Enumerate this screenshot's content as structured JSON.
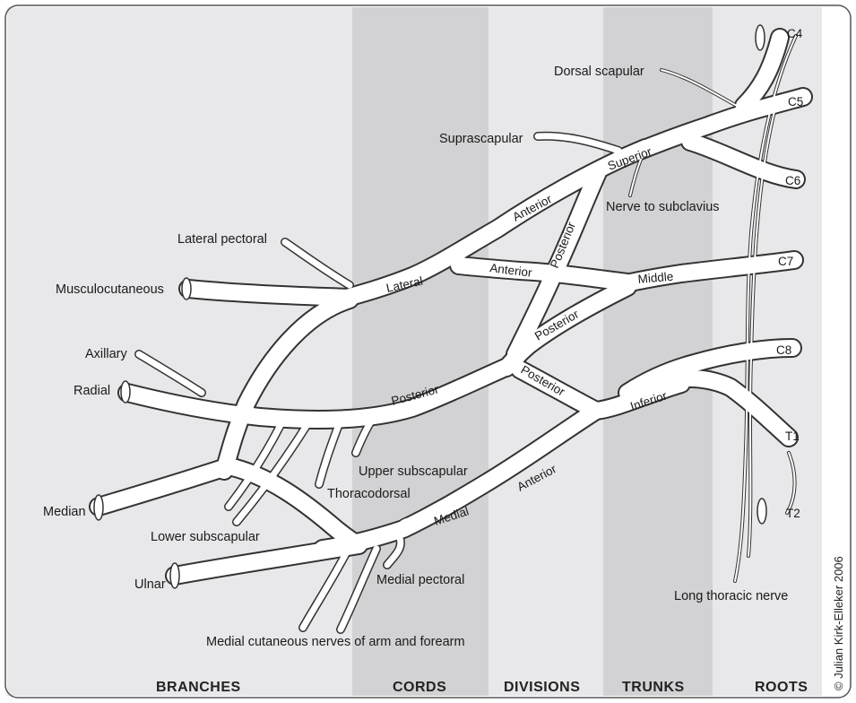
{
  "columns": [
    "BRANCHES",
    "CORDS",
    "DIVISIONS",
    "TRUNKS",
    "ROOTS"
  ],
  "roots": [
    "C4",
    "C5",
    "C6",
    "C7",
    "C8",
    "T1",
    "T2"
  ],
  "trunks": [
    "Superior",
    "Middle",
    "Inferior"
  ],
  "divisions": {
    "anterior_superior": "Anterior",
    "posterior_superior": "Posterior",
    "anterior_middle": "Anterior",
    "posterior_middle": "Posterior",
    "posterior_inferior": "Posterior",
    "anterior_inferior": "Anterior"
  },
  "cords": [
    "Lateral",
    "Posterior",
    "Medial"
  ],
  "branch_labels": {
    "dorsal_scapular": "Dorsal scapular",
    "suprascapular": "Suprascapular",
    "nerve_to_subclavius": "Nerve to subclavius",
    "lateral_pectoral": "Lateral pectoral",
    "musculocutaneous": "Musculocutaneous",
    "axillary": "Axillary",
    "radial": "Radial",
    "upper_subscapular": "Upper subscapular",
    "thoracodorsal": "Thoracodorsal",
    "median": "Median",
    "lower_subscapular": "Lower subscapular",
    "ulnar": "Ulnar",
    "medial_pectoral": "Medial pectoral",
    "medial_cutaneous": "Medial cutaneous nerves of arm and forearm",
    "long_thoracic": "Long thoracic nerve"
  },
  "copyright": "© Julian Kirk-Elleker 2006",
  "colors": {
    "light_band": "#e8e8ea",
    "dark_band": "#d2d2d4",
    "nerve_fill": "#ffffff",
    "nerve_outline": "#333333",
    "frame": "#555555"
  }
}
